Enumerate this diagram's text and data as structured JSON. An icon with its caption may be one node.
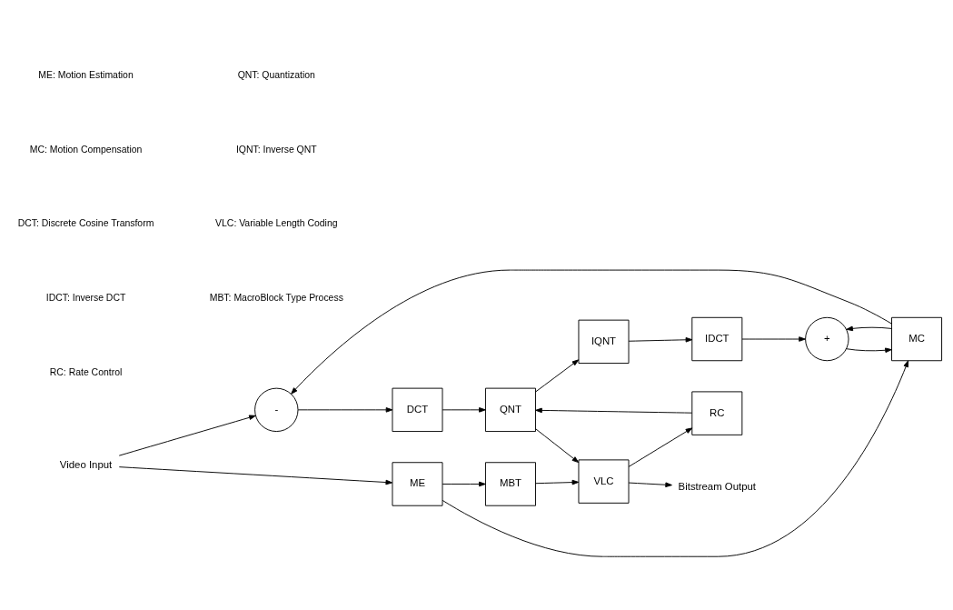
{
  "diagram": {
    "nodes": [
      {
        "text": [
          "Video Input"
        ]
      },
      {
        "text": [
          "-"
        ]
      },
      {
        "text": [
          "DCT"
        ]
      },
      {
        "text": [
          "QNT"
        ]
      },
      {
        "text": [
          "RC"
        ]
      },
      {
        "text": [
          "VLC"
        ]
      },
      {
        "text": [
          "Bitstream Output"
        ]
      },
      {
        "text": [
          "MC"
        ]
      },
      {
        "text": [
          "+"
        ]
      },
      {
        "text": [
          "IDCT"
        ]
      },
      {
        "text": [
          "IQNT"
        ]
      },
      {
        "text": [
          "ME"
        ]
      },
      {
        "text": [
          "MBT"
        ]
      }
    ],
    "edges": [
      {
        "from": 0,
        "to": 1,
        "arrow": "to"
      },
      {
        "from": 0,
        "to": 11,
        "arrow": "to"
      },
      {
        "from": 1,
        "to": 2,
        "arrow": "to"
      },
      {
        "from": 2,
        "to": 3,
        "arrow": "to"
      },
      {
        "from": 3,
        "to": 5,
        "arrow": "to"
      },
      {
        "from": 3,
        "to": 10,
        "arrow": "to"
      },
      {
        "from": 5,
        "to": 4,
        "arrow": "to"
      },
      {
        "from": 4,
        "to": 3,
        "arrow": "to"
      },
      {
        "from": 5,
        "to": 6,
        "arrow": "to"
      },
      {
        "from": 10,
        "to": 9,
        "arrow": "to"
      },
      {
        "from": 9,
        "to": 8,
        "arrow": "to"
      },
      {
        "from": 8,
        "to": 7,
        "arrow": "to"
      },
      {
        "from": 7,
        "to": 1,
        "arrow": "to"
      },
      {
        "from": 7,
        "to": 8,
        "arrow": "to"
      },
      {
        "from": 11,
        "to": 7,
        "arrow": "to"
      },
      {
        "from": 11,
        "to": 12,
        "arrow": "to"
      },
      {
        "from": 12,
        "to": 5,
        "arrow": "to"
      }
    ],
    "labels": [
      "ME: Motion Estimation",
      "QNT: Quantization",
      "MC: Motion Compensation",
      "IQNT: Inverse QNT",
      "DCT: Discrete Cosine Transform",
      "VLC: Variable Length Coding",
      "IDCT: Inverse DCT",
      "MBT: MacroBlock Type Process",
      "RC: Rate Control"
    ]
  }
}
